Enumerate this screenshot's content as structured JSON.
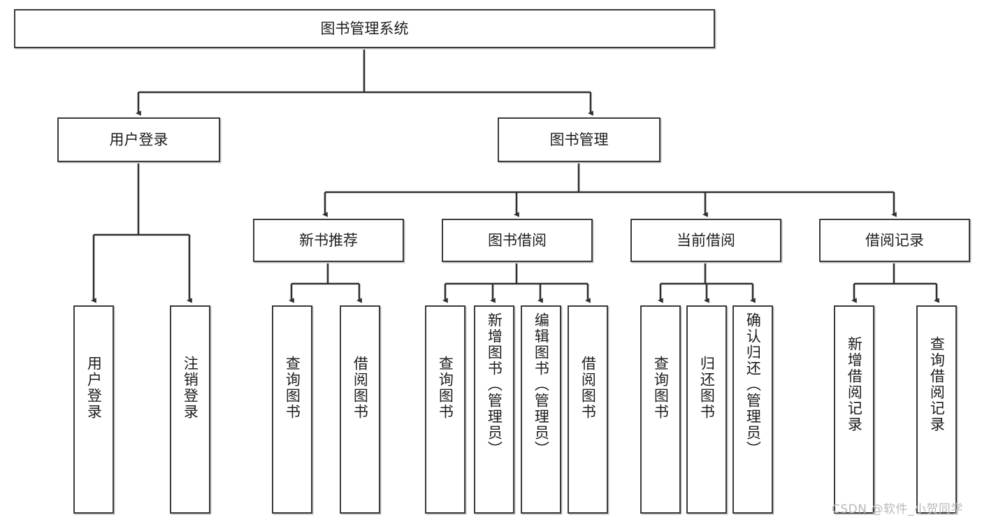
{
  "diagram": {
    "title_node": {
      "label": "图书管理系统"
    },
    "level2": [
      {
        "id": "user-login",
        "label": "用户登录"
      },
      {
        "id": "book-manage",
        "label": "图书管理"
      }
    ],
    "level3": [
      {
        "id": "new-book-recommend",
        "label": "新书推荐"
      },
      {
        "id": "book-borrow",
        "label": "图书借阅"
      },
      {
        "id": "current-borrow",
        "label": "当前借阅"
      },
      {
        "id": "borrow-record",
        "label": "借阅记录"
      }
    ],
    "leaves": {
      "user_login": [
        {
          "id": "leaf-user-login",
          "label": "用户登录"
        },
        {
          "id": "leaf-logout-login",
          "label": "注销登录"
        }
      ],
      "new_book_recommend": [
        {
          "id": "leaf-query-book-1",
          "label": "查询图书"
        },
        {
          "id": "leaf-borrow-book-1",
          "label": "借阅图书"
        }
      ],
      "book_borrow": [
        {
          "id": "leaf-query-book-2",
          "label": "查询图书"
        },
        {
          "id": "leaf-add-book",
          "label": "新增图书（管理员）"
        },
        {
          "id": "leaf-edit-book",
          "label": "编辑图书（管理员）"
        },
        {
          "id": "leaf-borrow-book-2",
          "label": "借阅图书"
        }
      ],
      "current_borrow": [
        {
          "id": "leaf-query-book-3",
          "label": "查询图书"
        },
        {
          "id": "leaf-return-book",
          "label": "归还图书"
        },
        {
          "id": "leaf-confirm-return",
          "label": "确认归还（管理员）"
        }
      ],
      "borrow_record": [
        {
          "id": "leaf-add-record",
          "label": "新增借阅记录"
        },
        {
          "id": "leaf-query-record",
          "label": "查询借阅记录"
        }
      ]
    }
  },
  "watermark": {
    "text": "CSDN @软件_小贺同学"
  },
  "colors": {
    "stroke": "#3a3a3a",
    "fill": "#ffffff",
    "text": "#1d1d1d",
    "watermark": "#b9b9b9"
  }
}
